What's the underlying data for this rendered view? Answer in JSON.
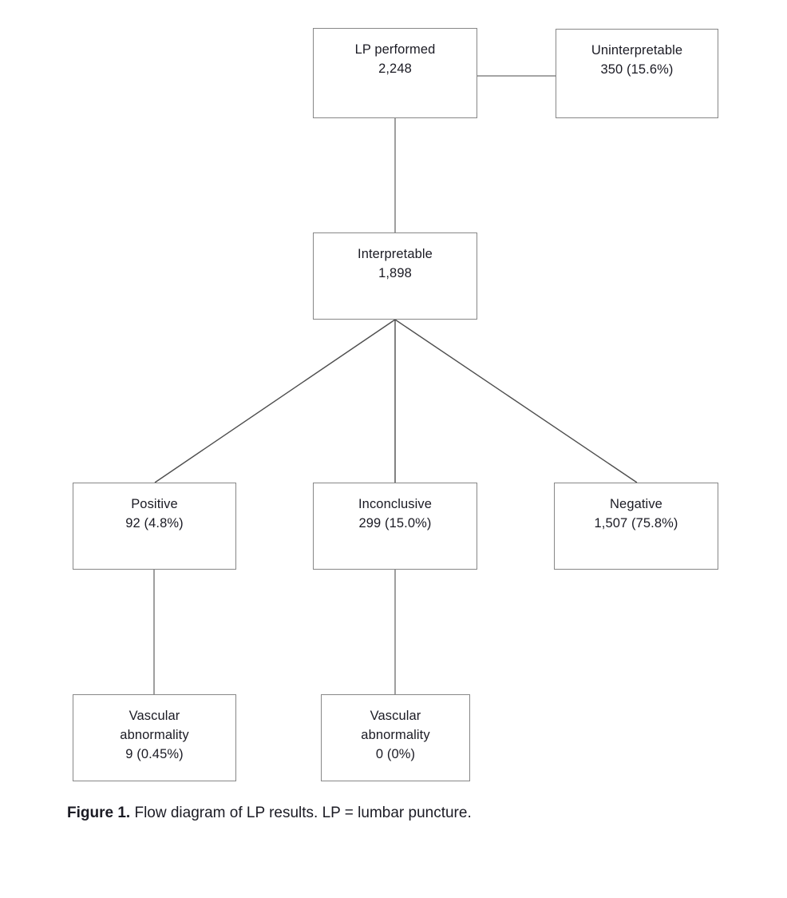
{
  "figure": {
    "caption_label": "Figure 1.",
    "caption_text": "Flow diagram of LP results. LP = lumbar puncture.",
    "line_color": "#878787",
    "text_color": "#1b1b24",
    "background_color": "#ffffff"
  },
  "chart_data": {
    "type": "diagram",
    "title": "Flow diagram of LP results",
    "nodes": [
      {
        "id": "lp_performed",
        "label": "LP performed",
        "count": "2,248",
        "percent": null,
        "lines": [
          "LP performed",
          "2,248"
        ]
      },
      {
        "id": "uninterpretable",
        "label": "Uninterpretable",
        "count": "350",
        "percent": "15.6%",
        "lines": [
          "Uninterpretable",
          "350 (15.6%)"
        ]
      },
      {
        "id": "interpretable",
        "label": "Interpretable",
        "count": "1,898",
        "percent": null,
        "lines": [
          "Interpretable",
          "1,898"
        ]
      },
      {
        "id": "positive",
        "label": "Positive",
        "count": "92",
        "percent": "4.8%",
        "lines": [
          "Positive",
          "92 (4.8%)"
        ]
      },
      {
        "id": "inconclusive",
        "label": "Inconclusive",
        "count": "299",
        "percent": "15.0%",
        "lines": [
          "Inconclusive",
          "299 (15.0%)"
        ]
      },
      {
        "id": "negative",
        "label": "Negative",
        "count": "1,507",
        "percent": "75.8%",
        "lines": [
          "Negative",
          "1,507 (75.8%)"
        ]
      },
      {
        "id": "vascular_positive",
        "label": "Vascular abnormality",
        "count": "9",
        "percent": "0.45%",
        "lines": [
          "Vascular",
          "abnormality",
          "9 (0.45%)"
        ]
      },
      {
        "id": "vascular_inconclusive",
        "label": "Vascular abnormality",
        "count": "0",
        "percent": "0%",
        "lines": [
          "Vascular",
          "abnormality",
          "0 (0%)"
        ]
      }
    ],
    "edges": [
      {
        "from": "lp_performed",
        "to": "uninterpretable",
        "style": "horizontal"
      },
      {
        "from": "lp_performed",
        "to": "interpretable",
        "style": "vertical"
      },
      {
        "from": "interpretable",
        "to": "positive",
        "style": "diagonal"
      },
      {
        "from": "interpretable",
        "to": "inconclusive",
        "style": "vertical"
      },
      {
        "from": "interpretable",
        "to": "negative",
        "style": "diagonal"
      },
      {
        "from": "positive",
        "to": "vascular_positive",
        "style": "vertical"
      },
      {
        "from": "inconclusive",
        "to": "vascular_inconclusive",
        "style": "vertical"
      }
    ]
  },
  "nodes": {
    "lp_performed": {
      "line1": "LP performed",
      "line2": "2,248"
    },
    "uninterpretable": {
      "line1": "Uninterpretable",
      "line2": "350 (15.6%)"
    },
    "interpretable": {
      "line1": "Interpretable",
      "line2": "1,898"
    },
    "positive": {
      "line1": "Positive",
      "line2": "92 (4.8%)"
    },
    "inconclusive": {
      "line1": "Inconclusive",
      "line2": "299 (15.0%)"
    },
    "negative": {
      "line1": "Negative",
      "line2": "1,507 (75.8%)"
    },
    "vascular_positive": {
      "line1": "Vascular",
      "line2": "abnormality",
      "line3": "9 (0.45%)"
    },
    "vascular_inconclusive": {
      "line1": "Vascular",
      "line2": "abnormality",
      "line3": "0 (0%)"
    }
  }
}
